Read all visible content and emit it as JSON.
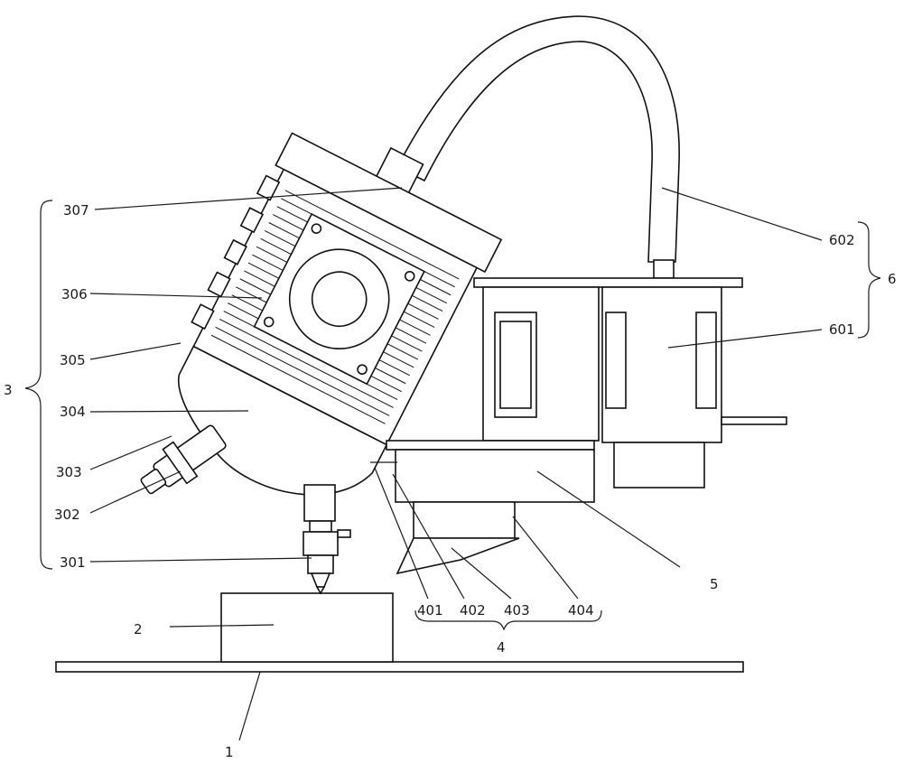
{
  "labels": {
    "l1": "1",
    "l2": "2",
    "l3": "3",
    "l4": "4",
    "l5": "5",
    "l6": "6",
    "l301": "301",
    "l302": "302",
    "l303": "303",
    "l304": "304",
    "l305": "305",
    "l306": "306",
    "l307": "307",
    "l401": "401",
    "l402": "402",
    "l403": "403",
    "l404": "404",
    "l601": "601",
    "l602": "602"
  },
  "colors": {
    "ink": "#111111",
    "paper": "#ffffff"
  }
}
